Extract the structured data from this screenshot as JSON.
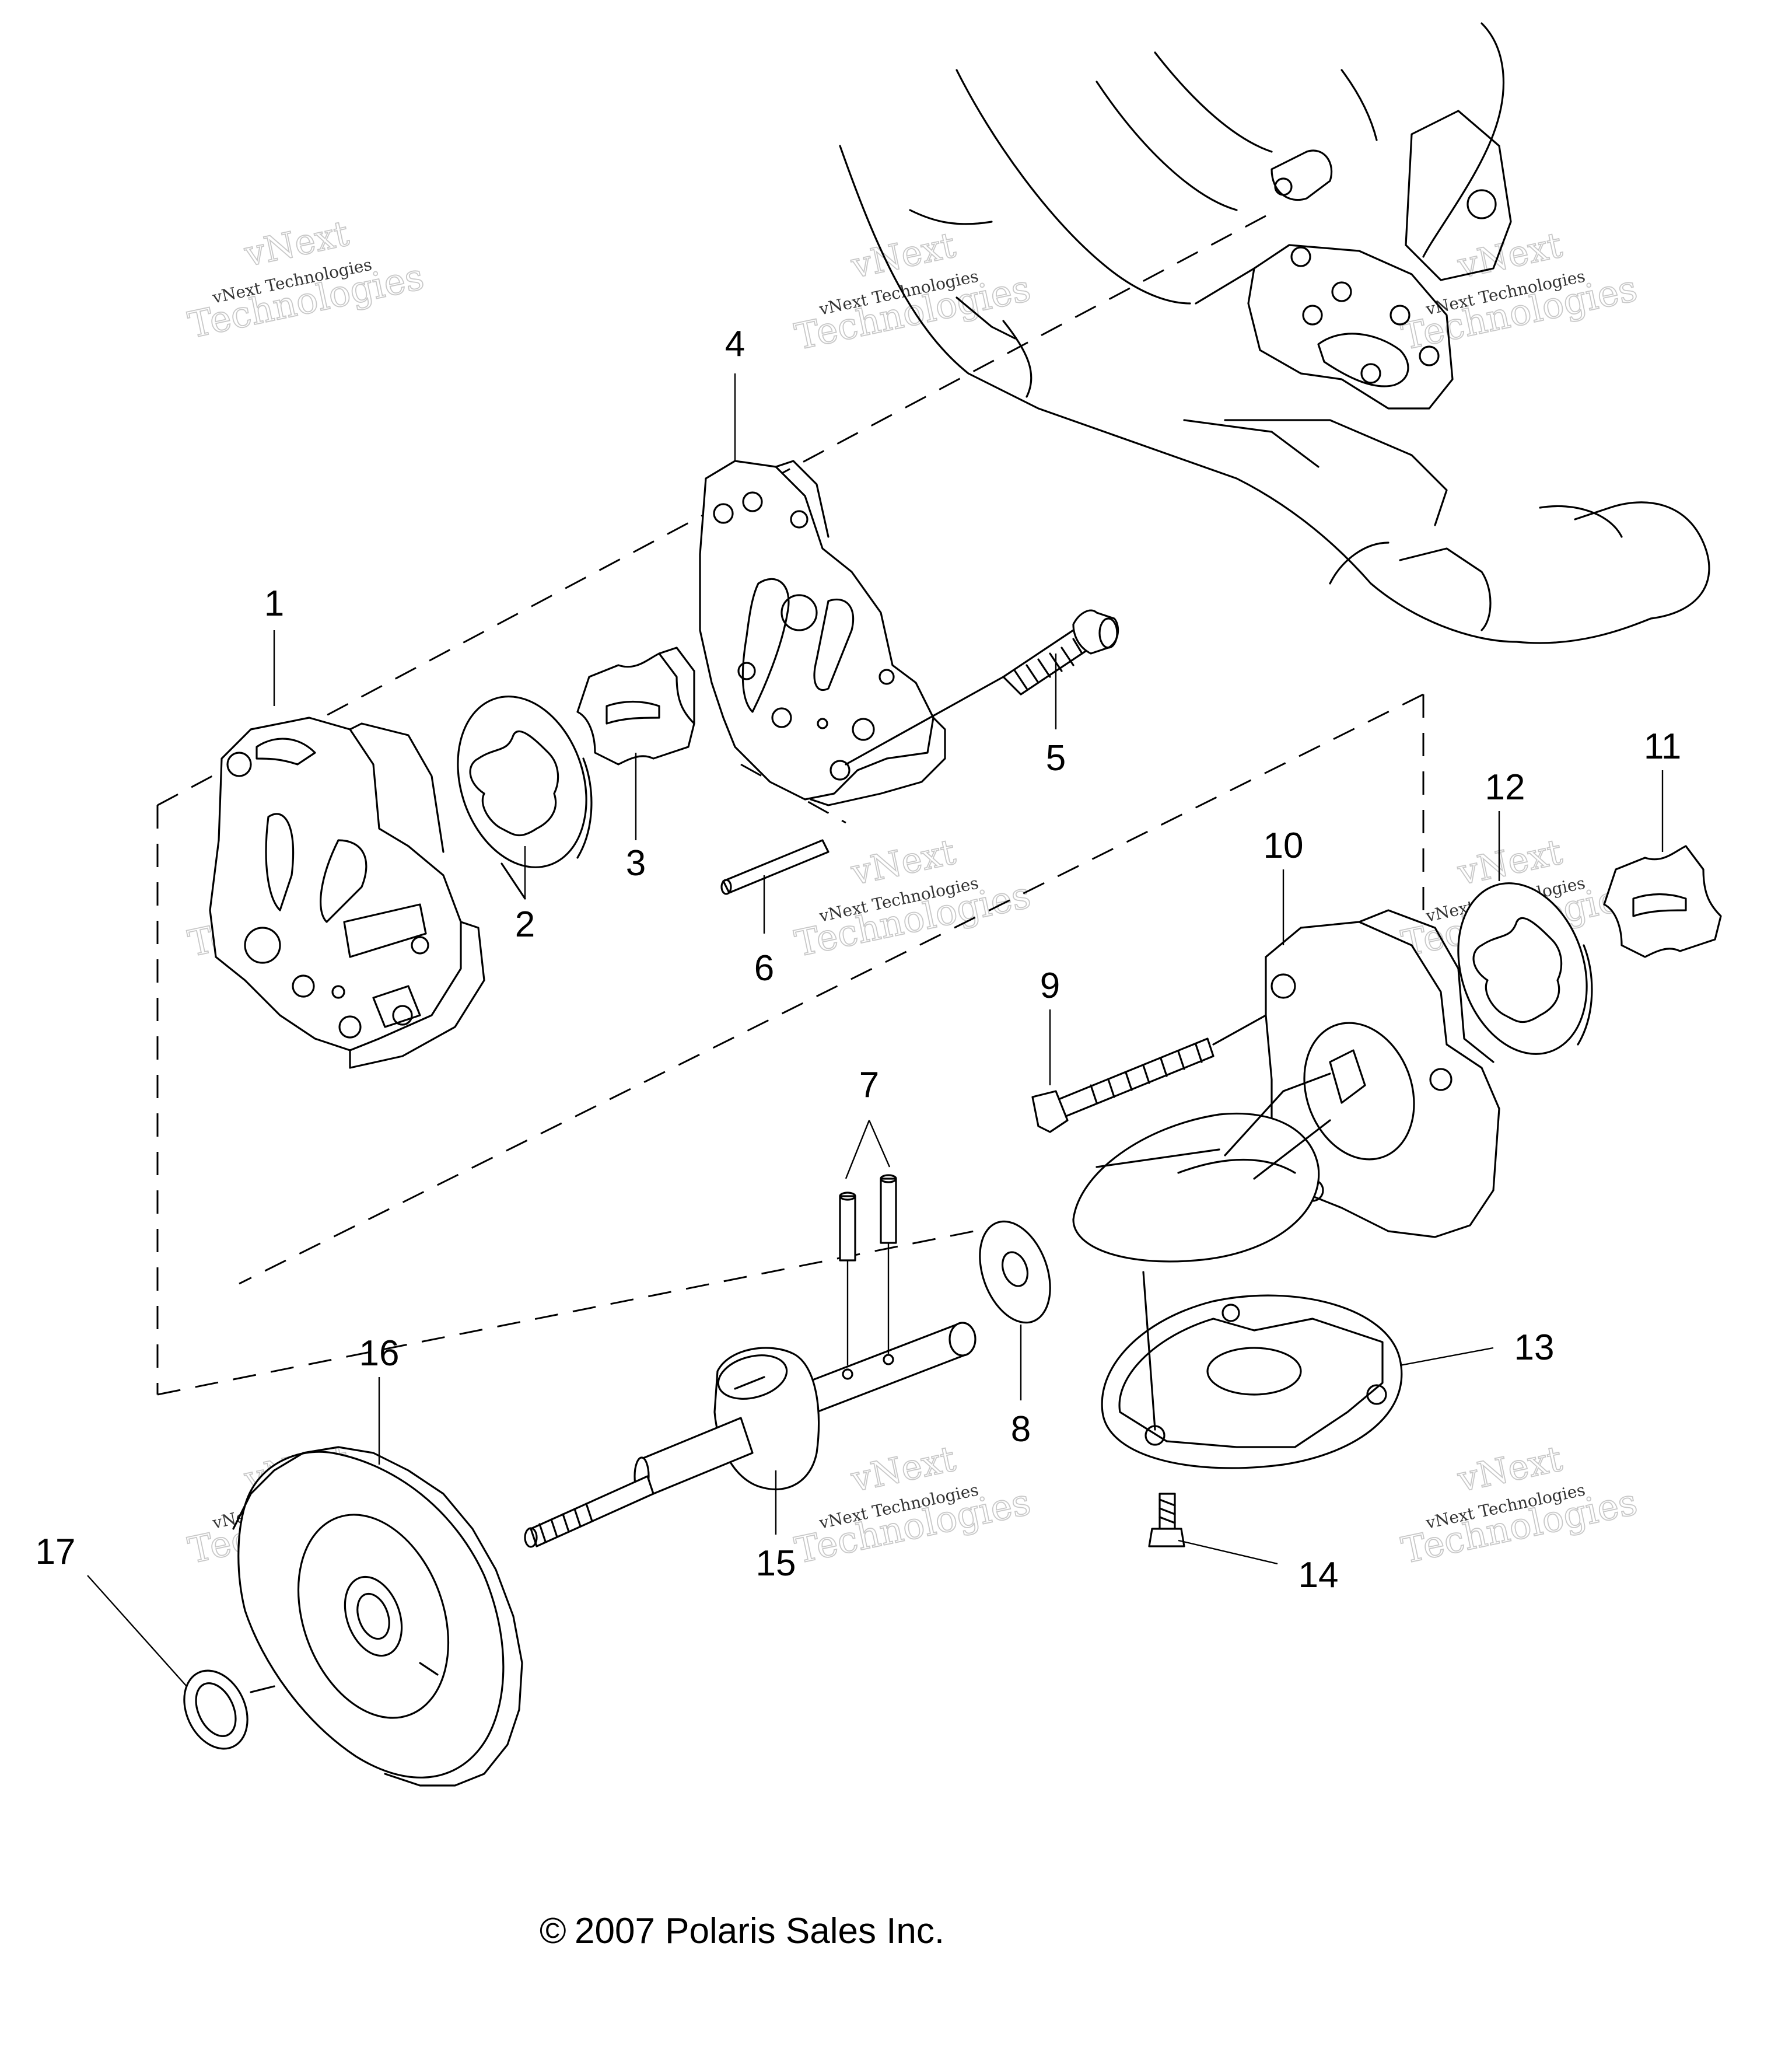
{
  "callouts": [
    {
      "id": "1",
      "label": "1"
    },
    {
      "id": "2",
      "label": "2"
    },
    {
      "id": "3",
      "label": "3"
    },
    {
      "id": "4",
      "label": "4"
    },
    {
      "id": "5",
      "label": "5"
    },
    {
      "id": "6",
      "label": "6"
    },
    {
      "id": "7",
      "label": "7"
    },
    {
      "id": "8",
      "label": "8"
    },
    {
      "id": "9",
      "label": "9"
    },
    {
      "id": "10",
      "label": "10"
    },
    {
      "id": "11",
      "label": "11"
    },
    {
      "id": "12",
      "label": "12"
    },
    {
      "id": "13",
      "label": "13"
    },
    {
      "id": "14",
      "label": "14"
    },
    {
      "id": "15",
      "label": "15"
    },
    {
      "id": "16",
      "label": "16"
    },
    {
      "id": "17",
      "label": "17"
    }
  ],
  "watermark": {
    "line1": "vNext",
    "line2": "vNext Technologies",
    "line3": "Technologies"
  },
  "copyright": {
    "symbol": "©",
    "text": "2007 Polaris Sales Inc."
  }
}
